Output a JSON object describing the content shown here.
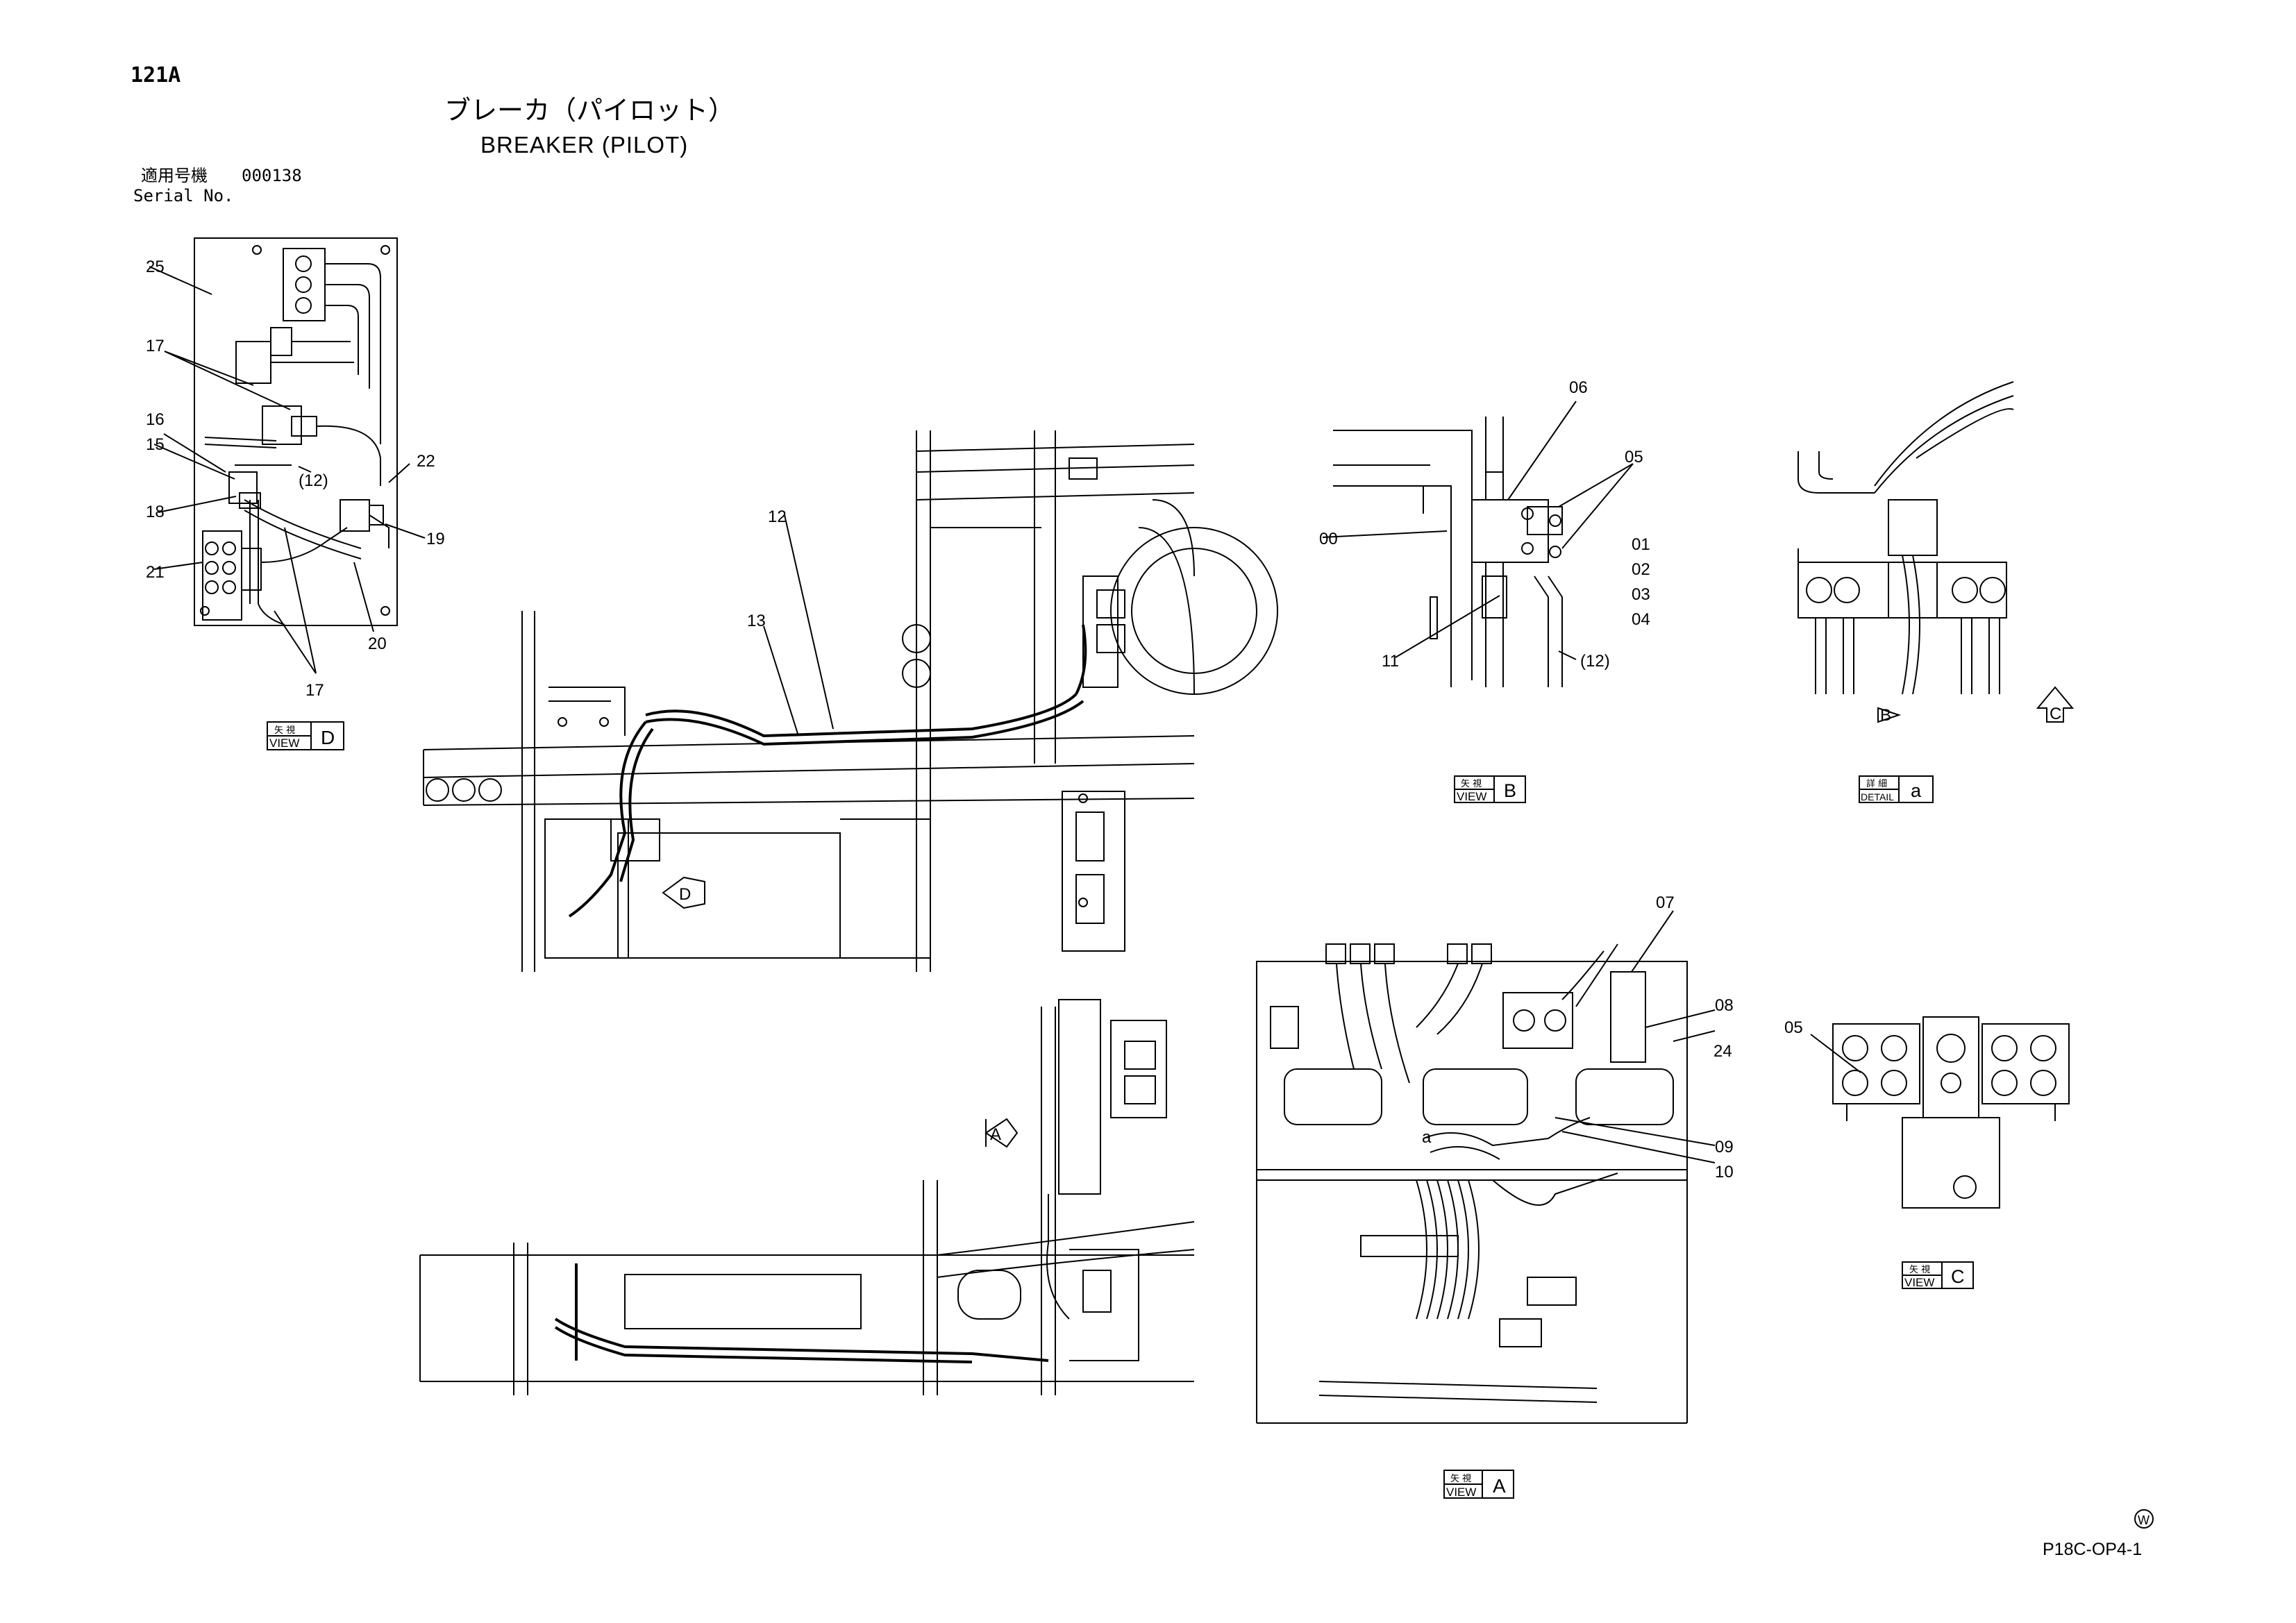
{
  "header": {
    "page_number": "121A",
    "title_jp": "ブレーカ（パイロット）",
    "title_en": "BREAKER (PILOT)",
    "serial_label_jp": "適用号機",
    "serial_value": "000138",
    "serial_label_en": "Serial No."
  },
  "footer": {
    "drawing_code": "P18C-OP4-1",
    "mark": "W"
  },
  "views": {
    "view_d": {
      "jp": "矢 視",
      "en": "VIEW",
      "letter": "D"
    },
    "view_b": {
      "jp": "矢 視",
      "en": "VIEW",
      "letter": "B"
    },
    "detail_a": {
      "jp": "詳 細",
      "en": "DETAIL",
      "letter": "a"
    },
    "view_c": {
      "jp": "矢 視",
      "en": "VIEW",
      "letter": "C"
    },
    "view_a": {
      "jp": "矢 視",
      "en": "VIEW",
      "letter": "A"
    }
  },
  "arrows": {
    "d": "D",
    "a": "A",
    "b": "B",
    "c": "C"
  },
  "callouts": {
    "d": [
      "25",
      "17",
      "16",
      "15",
      "(12)",
      "22",
      "18",
      "19",
      "21",
      "20",
      "17"
    ],
    "main": [
      "12",
      "13"
    ],
    "b": [
      "06",
      "05",
      "00",
      "01",
      "02",
      "03",
      "04",
      "11",
      "(12)"
    ],
    "a": [
      "07",
      "08",
      "24",
      "a",
      "09",
      "10"
    ],
    "c": [
      "05"
    ]
  }
}
